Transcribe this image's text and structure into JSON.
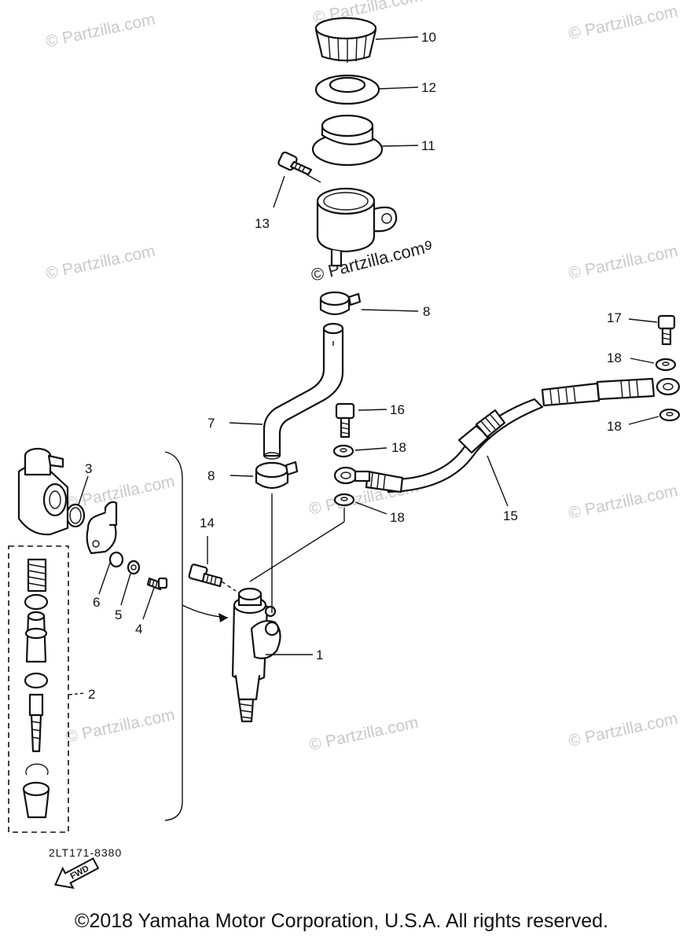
{
  "watermark": "© Partzilla.com",
  "diagram_code": "2LT171-8380",
  "fwd_label": "FWD",
  "copyright": "©2018 Yamaha Motor Corporation, U.S.A. All rights reserved.",
  "callouts": {
    "c1": "1",
    "c2": "2",
    "c3": "3",
    "c4": "4",
    "c5": "5",
    "c6": "6",
    "c7": "7",
    "c8a": "8",
    "c8b": "8",
    "c9": "9",
    "c10": "10",
    "c11": "11",
    "c12": "12",
    "c13": "13",
    "c14": "14",
    "c15": "15",
    "c16": "16",
    "c17": "17",
    "c18a": "18",
    "c18b": "18",
    "c18c": "18",
    "c18d": "18"
  }
}
